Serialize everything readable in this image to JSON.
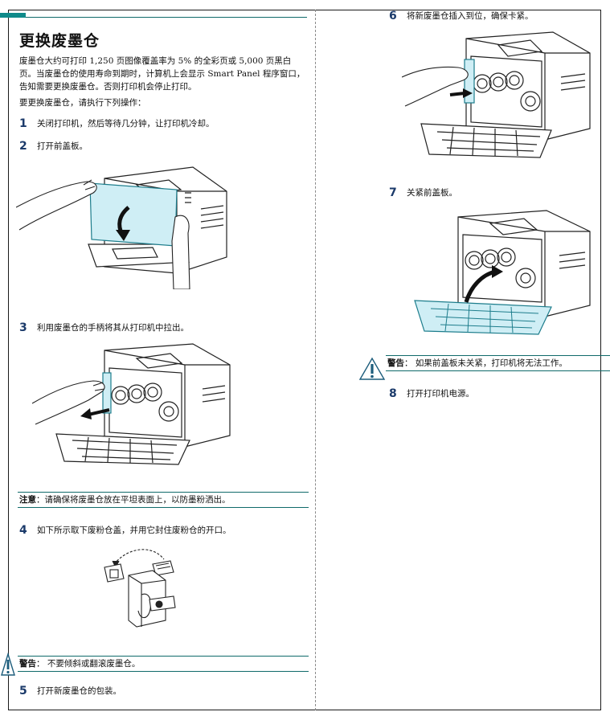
{
  "page": {
    "title": "更换废墨仓",
    "intro_lines": [
      "废墨仓大约可打印 1,250 页图像覆盖率为 5% 的全彩页或 5,000 页黑白",
      "页。当废墨仓的使用寿命到期时，计算机上会显示 Smart Panel 程序窗口，",
      "告知需要更换废墨仓。否则打印机会停止打印。"
    ],
    "lead": "要更换废墨仓，请执行下列操作："
  },
  "steps": [
    {
      "num": "1",
      "text": "关闭打印机，然后等待几分钟，让打印机冷却。"
    },
    {
      "num": "2",
      "text": "打开前盖板。"
    },
    {
      "num": "3",
      "text": "利用废墨仓的手柄将其从打印机中拉出。"
    },
    {
      "num": "4",
      "text": "如下所示取下废粉仓盖，并用它封住废粉仓的开口。"
    },
    {
      "num": "5",
      "text": "打开新废墨仓的包装。"
    },
    {
      "num": "6",
      "text": "将新废墨仓插入到位，确保卡紧。"
    },
    {
      "num": "7",
      "text": "关紧前盖板。"
    },
    {
      "num": "8",
      "text": "打开打印机电源。"
    }
  ],
  "notes": {
    "note1_label": "注意",
    "note1_text": "：请确保将废墨仓放在平坦表面上，以防墨粉洒出。",
    "warn1_label": "警告",
    "warn1_text": "： 不要倾斜或翻滚废墨仓。",
    "warn2_label": "警告",
    "warn2_text": "： 如果前盖板未关紧，打印机将无法工作。"
  }
}
